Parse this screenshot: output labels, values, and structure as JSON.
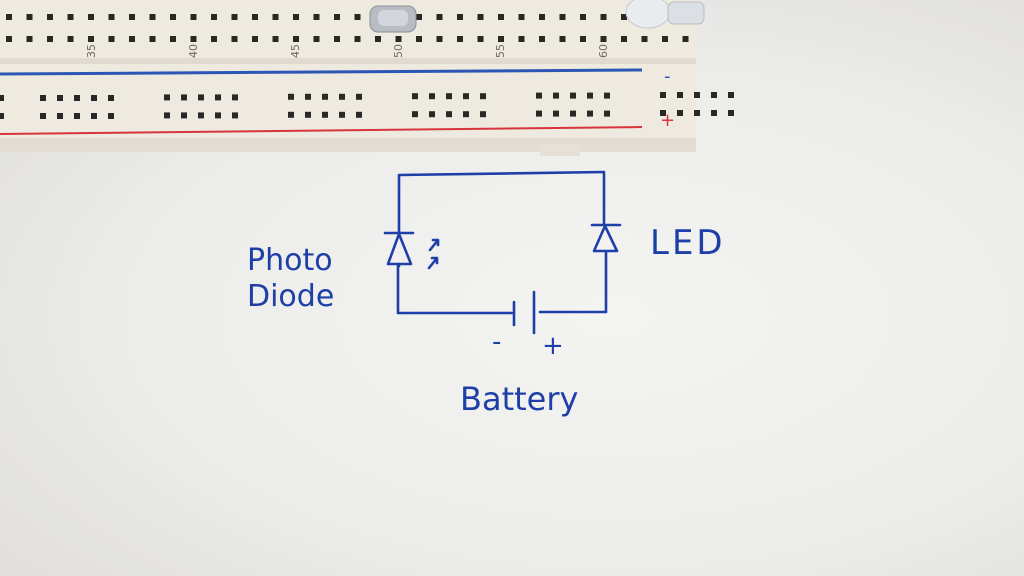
{
  "breadboard": {
    "column_numbers": [
      "35",
      "40",
      "45",
      "50",
      "55",
      "60"
    ],
    "rail_minus": "-",
    "rail_plus": "+",
    "colors": {
      "blue_rail": "#2b56b5",
      "red_rail": "#d8343a",
      "board": "#efeae0"
    }
  },
  "sketch": {
    "photodiode_label_line1": "Photo",
    "photodiode_label_line2": "Diode",
    "led_label": "LED",
    "battery_label": "Battery",
    "battery_minus": "-",
    "battery_plus": "+",
    "ink_color": "#1f3fa8"
  }
}
